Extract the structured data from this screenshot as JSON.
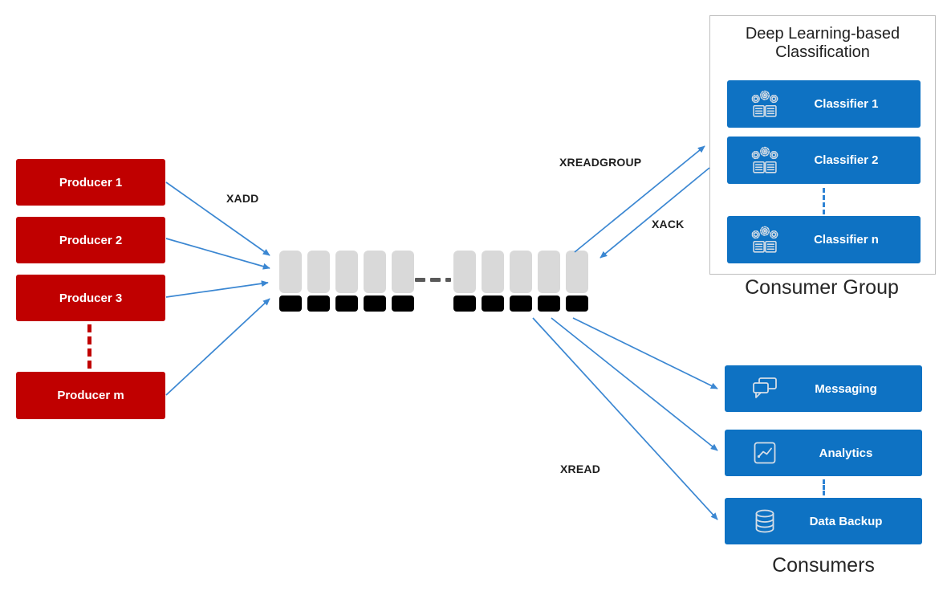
{
  "producers": {
    "items": [
      {
        "label": "Producer 1"
      },
      {
        "label": "Producer 2"
      },
      {
        "label": "Producer 3"
      },
      {
        "label": "Producer m"
      }
    ]
  },
  "stream": {
    "segments_visible": 2,
    "entries_per_segment": 5
  },
  "commands": {
    "xadd": "XADD",
    "xreadgroup": "XREADGROUP",
    "xack": "XACK",
    "xread": "XREAD"
  },
  "consumer_group": {
    "title": "Deep Learning-based Classification",
    "caption": "Consumer Group",
    "items": [
      {
        "label": "Classifier 1",
        "icon": "machine-learning-icon"
      },
      {
        "label": "Classifier 2",
        "icon": "machine-learning-icon"
      },
      {
        "label": "Classifier n",
        "icon": "machine-learning-icon"
      }
    ]
  },
  "consumers": {
    "caption": "Consumers",
    "items": [
      {
        "label": "Messaging",
        "icon": "chat-icon"
      },
      {
        "label": "Analytics",
        "icon": "line-chart-icon"
      },
      {
        "label": "Data Backup",
        "icon": "database-icon"
      }
    ]
  },
  "colors": {
    "producer_red": "#C00000",
    "box_blue": "#0E72C3",
    "arrow_blue": "#3B87D2",
    "connector_blue": "#2E83D4",
    "stream_gray": "#D9D9D9",
    "stream_black": "#000000",
    "dash_gray": "#595959",
    "border_gray": "#BFBFBF"
  }
}
